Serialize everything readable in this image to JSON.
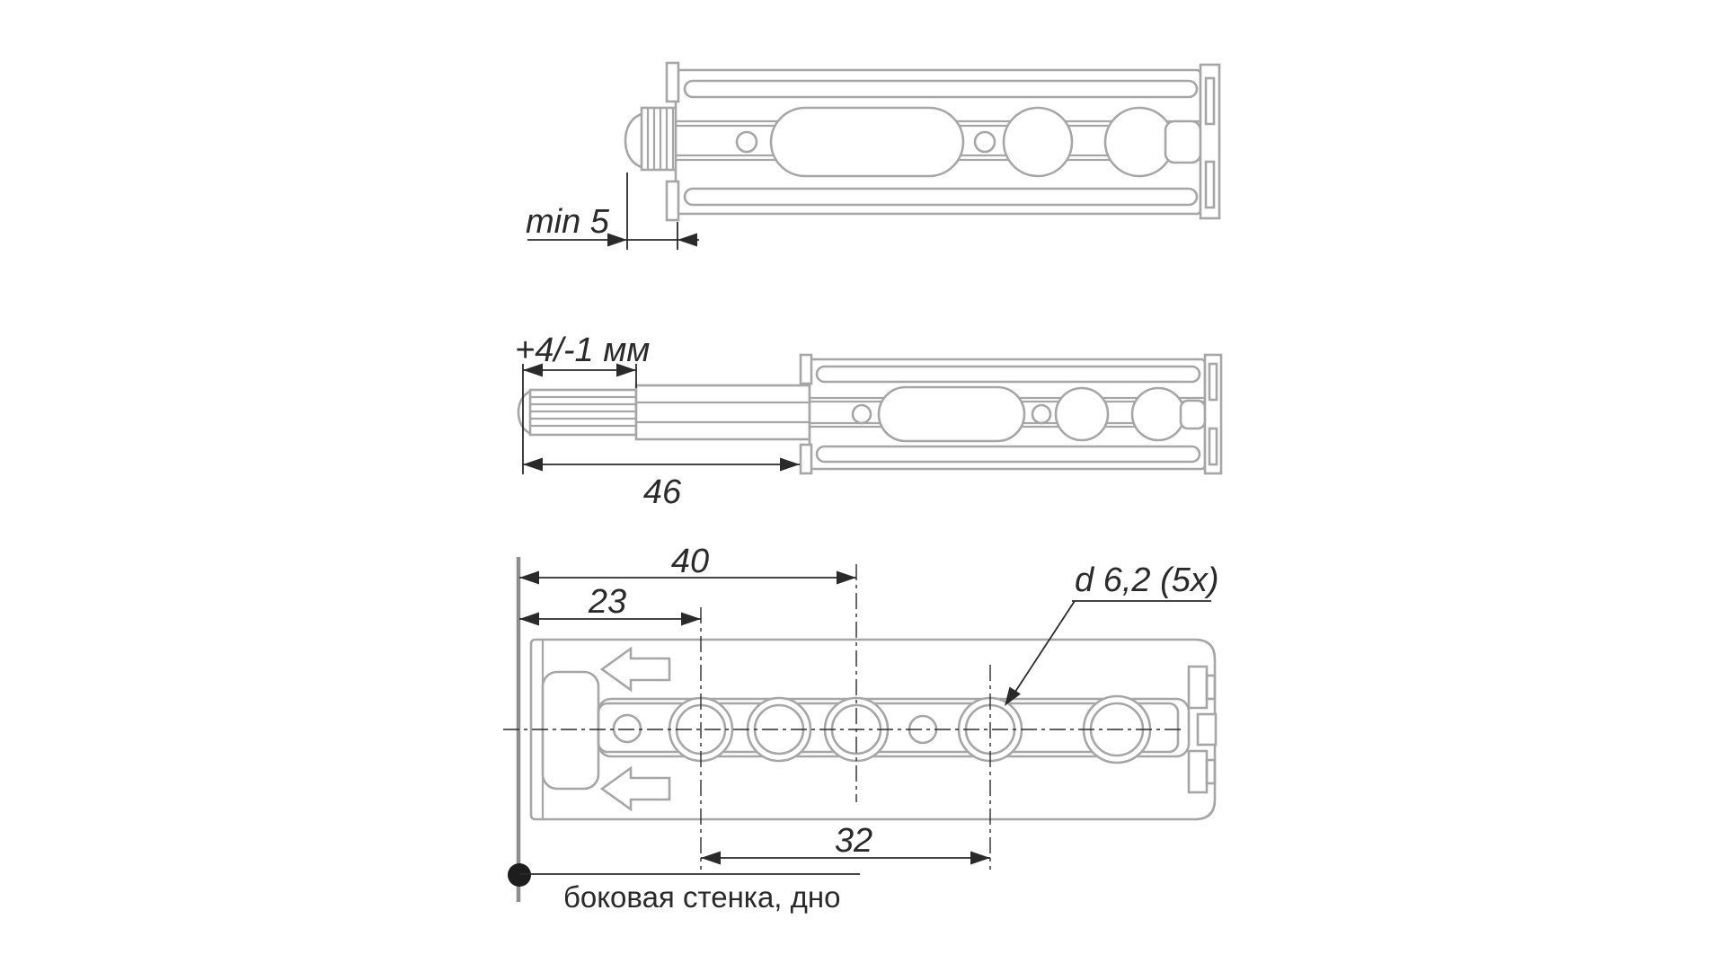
{
  "drawing": {
    "kind": "technical-drawing",
    "labels": {
      "min_gap": "min 5",
      "stroke_tolerance": "+4/-1 мм",
      "plunger_extension": "46",
      "dim_edge_to_hole3": "40",
      "dim_edge_to_hole1": "23",
      "dim_hole1_to_hole4": "32",
      "hole_spec": "d 6,2 (5x)",
      "mount_note": "боковая стенка, дно"
    },
    "colors": {
      "drawing_line": "#a6a6a6",
      "wall_line": "#8f8f8f",
      "dimension": "#2a2a2a",
      "background": "#ffffff"
    }
  }
}
